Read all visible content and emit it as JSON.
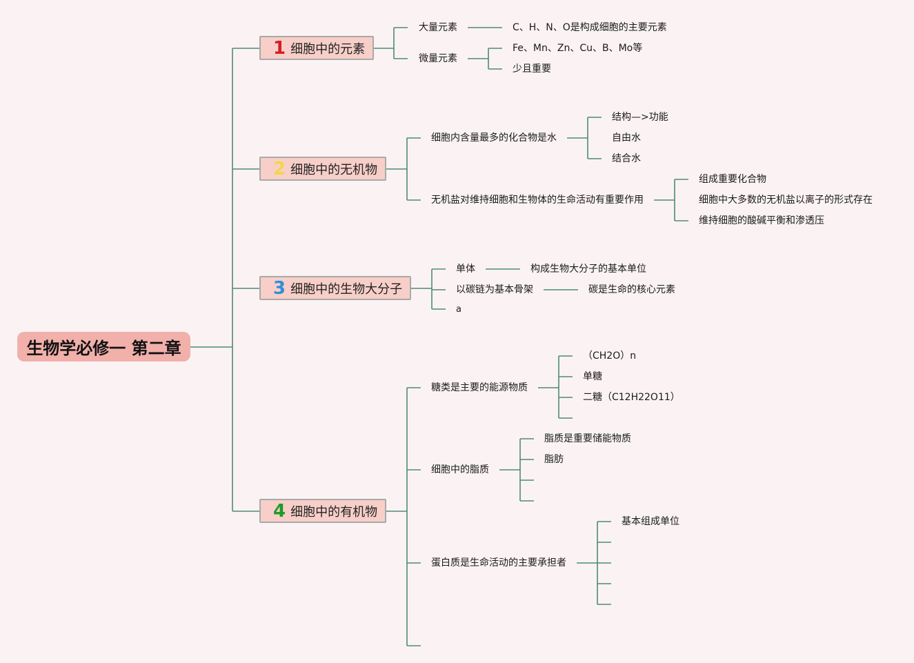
{
  "root": {
    "title": "生物学必修一 第二章"
  },
  "sections": [
    {
      "num": "1",
      "title": "细胞中的元素",
      "items": [
        {
          "label": "大量元素",
          "children": [
            "C、H、N、O是构成细胞的主要元素"
          ]
        },
        {
          "label": "微量元素",
          "children": [
            "Fe、Mn、Zn、Cu、B、Mo等",
            "少且重要"
          ]
        }
      ]
    },
    {
      "num": "2",
      "title": "细胞中的无机物",
      "items": [
        {
          "label": "细胞内含量最多的化合物是水",
          "children": [
            "结构—>功能",
            "自由水",
            "结合水"
          ]
        },
        {
          "label": "无机盐对维持细胞和生物体的生命活动有重要作用",
          "children": [
            "组成重要化合物",
            "细胞中大多数的无机盐以离子的形式存在",
            "维持细胞的酸碱平衡和渗透压"
          ]
        }
      ]
    },
    {
      "num": "3",
      "title": "细胞中的生物大分子",
      "items": [
        {
          "label": "单体",
          "children": [
            "构成生物大分子的基本单位"
          ]
        },
        {
          "label": "以碳链为基本骨架",
          "children": [
            "碳是生命的核心元素"
          ]
        },
        {
          "label": "a",
          "children": []
        }
      ]
    },
    {
      "num": "4",
      "title": "细胞中的有机物",
      "items": [
        {
          "label": "糖类是主要的能源物质",
          "children": [
            "（CH2O）n",
            "单糖",
            "二糖（C12H22O11）",
            ""
          ]
        },
        {
          "label": "细胞中的脂质",
          "children": [
            "脂质是重要储能物质",
            "脂肪",
            "",
            ""
          ]
        },
        {
          "label": "蛋白质是生命活动的主要承担者",
          "children": [
            "基本组成单位",
            "",
            "",
            "",
            ""
          ]
        },
        {
          "label": "",
          "children": []
        }
      ]
    }
  ],
  "colors": {
    "line": "#4e8a76",
    "root_fill": "#f2b0ab",
    "main_fill": "#f7cfc8",
    "background": "#fbf3f3"
  }
}
